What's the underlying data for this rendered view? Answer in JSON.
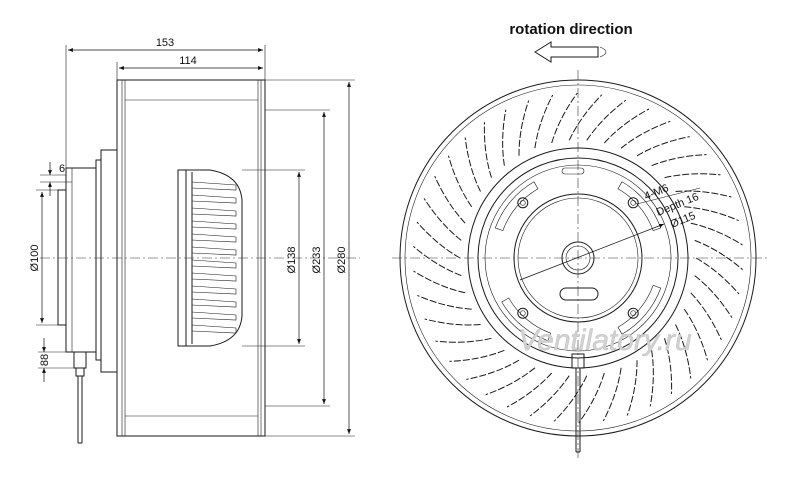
{
  "title": "rotation direction",
  "dimensions": {
    "overall_width": "153",
    "impeller_width": "114",
    "flange": "6",
    "d100": "Ø100",
    "d138": "Ø138",
    "d233": "Ø233",
    "d280": "Ø280",
    "bottom": "88"
  },
  "annotations": {
    "thread": "4-M6",
    "depth": "Depth 16",
    "pcd": "Ø115"
  },
  "watermark": "Ventilatory.ru"
}
